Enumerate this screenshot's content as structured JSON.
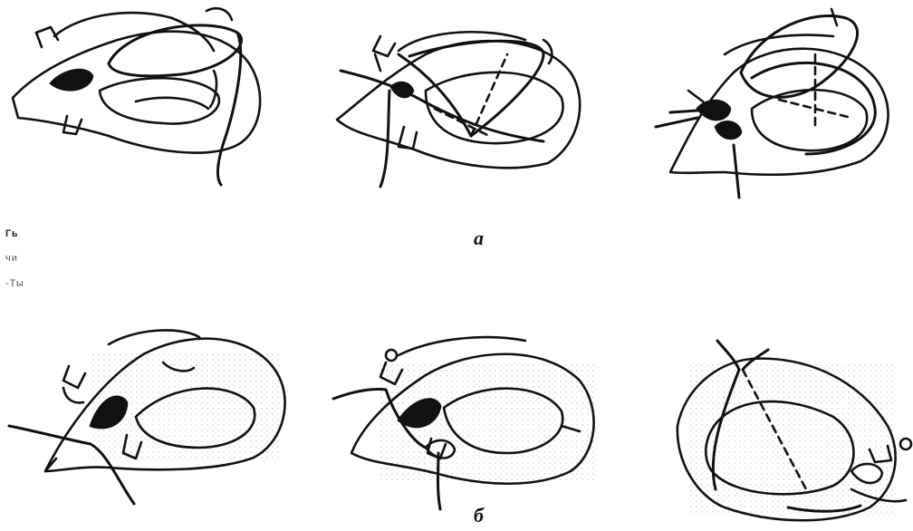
{
  "figure": {
    "labels": {
      "a": "а",
      "b": "б"
    },
    "margin_fragments": [
      "Гь",
      "чи",
      "-Ты"
    ],
    "illustrations": [
      {
        "row": "а",
        "step": 1,
        "subject": "poultry-carcass-trussing"
      },
      {
        "row": "а",
        "step": 2,
        "subject": "poultry-carcass-trussing"
      },
      {
        "row": "а",
        "step": 3,
        "subject": "poultry-carcass-trussing"
      },
      {
        "row": "б",
        "step": 1,
        "subject": "poultry-carcass-trussing"
      },
      {
        "row": "б",
        "step": 2,
        "subject": "poultry-carcass-trussing"
      },
      {
        "row": "б",
        "step": 3,
        "subject": "poultry-carcass-trussing"
      }
    ],
    "colors": {
      "ink": "#111111",
      "paper": "#ffffff"
    }
  }
}
